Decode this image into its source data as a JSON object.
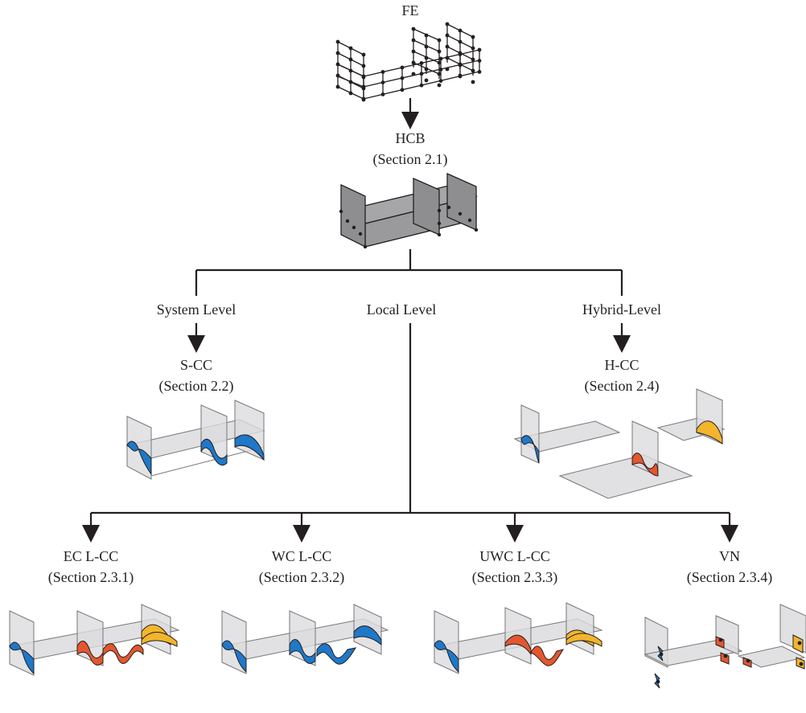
{
  "nodes": {
    "fe": {
      "title": "FE"
    },
    "hcb": {
      "title": "HCB",
      "section": "(Section 2.1)"
    },
    "system_level": {
      "title": "System Level"
    },
    "local_level": {
      "title": "Local Level"
    },
    "hybrid_level": {
      "title": "Hybrid-Level"
    },
    "scc": {
      "title": "S-CC",
      "section": "(Section 2.2)"
    },
    "hcc": {
      "title": "H-CC",
      "section": "(Section 2.4)"
    },
    "ec_lcc": {
      "title": "EC L-CC",
      "section": "(Section 2.3.1)"
    },
    "wc_lcc": {
      "title": "WC L-CC",
      "section": "(Section 2.3.2)"
    },
    "uwc_lcc": {
      "title": "UWC L-CC",
      "section": "(Section 2.3.3)"
    },
    "vn": {
      "title": "VN",
      "section": "(Section 2.3.4)"
    }
  },
  "colors": {
    "blue_mode": "#1f78c8",
    "orange_mode": "#e4572e",
    "yellow_mode": "#f2b52c",
    "solid_plate": "#9a9a9c",
    "transparent_plate": "#dcdcde",
    "ink": "#231f20"
  }
}
